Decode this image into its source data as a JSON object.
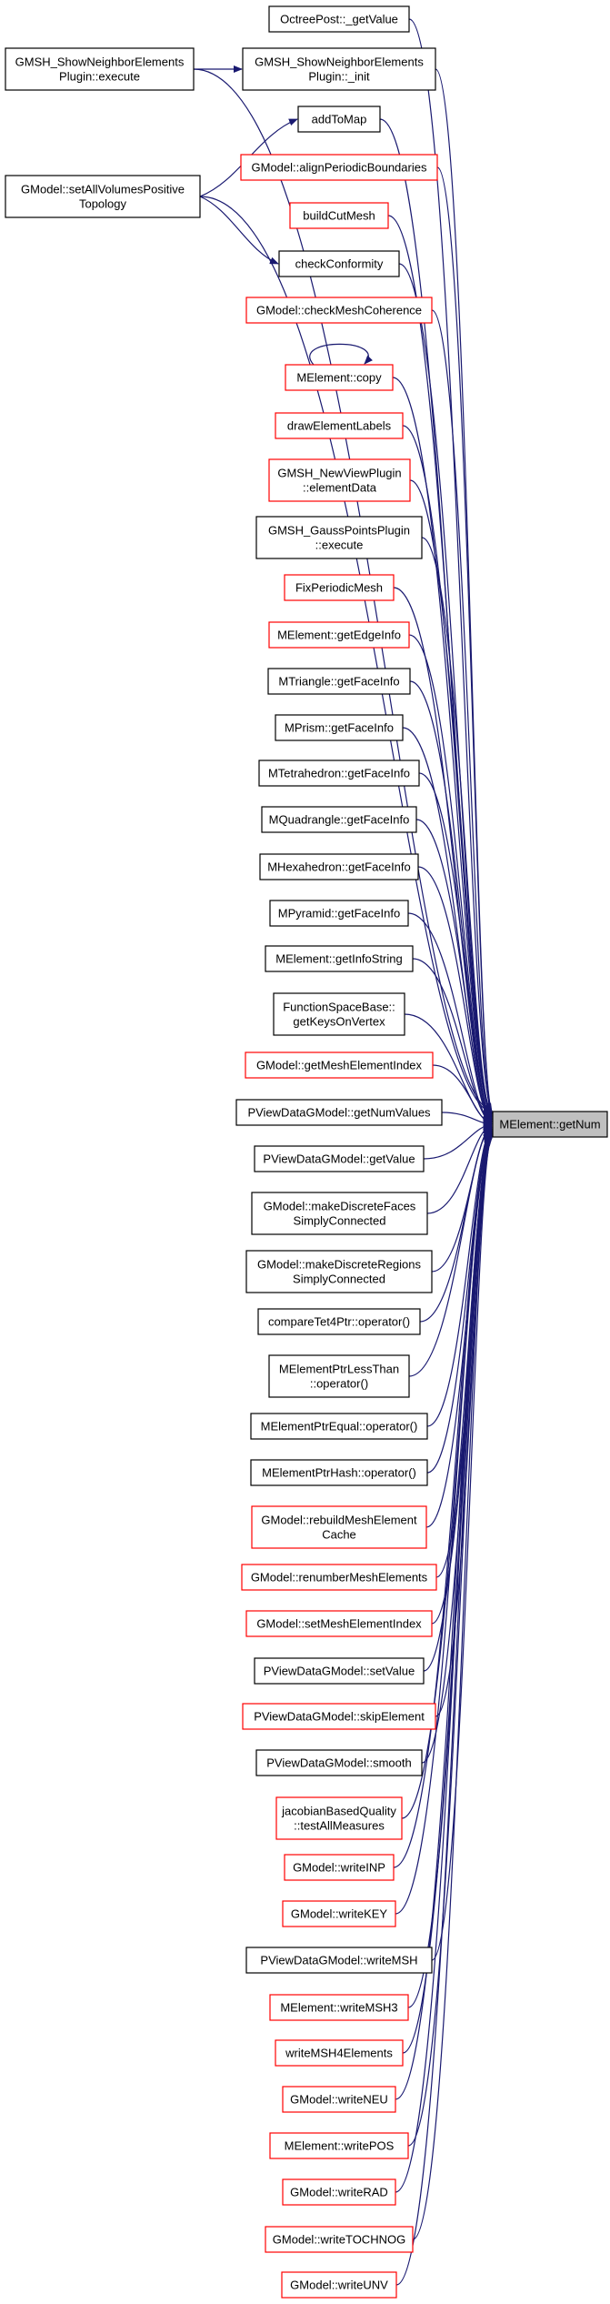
{
  "colors": {
    "edge": "#191970",
    "border_normal": "#000000",
    "border_truncated": "#ff0000",
    "target_fill": "#bfbfbf",
    "node_fill": "#ffffff"
  },
  "target": {
    "lines": [
      "MElement::getNum"
    ]
  },
  "nodes": [
    {
      "id": "octreepost-getvalue",
      "lines": [
        "OctreePost::_getValue"
      ],
      "truncated": false
    },
    {
      "id": "neighbor-init",
      "lines": [
        "GMSH_ShowNeighborElements",
        "Plugin::_init"
      ],
      "truncated": false
    },
    {
      "id": "neighbor-execute",
      "lines": [
        "GMSH_ShowNeighborElements",
        "Plugin::execute"
      ],
      "truncated": false
    },
    {
      "id": "addtomap",
      "lines": [
        "addToMap"
      ],
      "truncated": false
    },
    {
      "id": "setallvolumes",
      "lines": [
        "GModel::setAllVolumesPositive",
        "Topology"
      ],
      "truncated": false
    },
    {
      "id": "alignperiodic",
      "lines": [
        "GModel::alignPeriodicBoundaries"
      ],
      "truncated": true
    },
    {
      "id": "buildcutmesh",
      "lines": [
        "buildCutMesh"
      ],
      "truncated": true
    },
    {
      "id": "checkconformity",
      "lines": [
        "checkConformity"
      ],
      "truncated": false
    },
    {
      "id": "checkmeshcoherence",
      "lines": [
        "GModel::checkMeshCoherence"
      ],
      "truncated": true
    },
    {
      "id": "melement-copy",
      "lines": [
        "MElement::copy"
      ],
      "truncated": true
    },
    {
      "id": "drawelementlabels",
      "lines": [
        "drawElementLabels"
      ],
      "truncated": true
    },
    {
      "id": "newview-elementdata",
      "lines": [
        "GMSH_NewViewPlugin",
        "::elementData"
      ],
      "truncated": true
    },
    {
      "id": "gausspoints-execute",
      "lines": [
        "GMSH_GaussPointsPlugin",
        "::execute"
      ],
      "truncated": false
    },
    {
      "id": "fixperiodicmesh",
      "lines": [
        "FixPeriodicMesh"
      ],
      "truncated": true
    },
    {
      "id": "getedgeinfo",
      "lines": [
        "MElement::getEdgeInfo"
      ],
      "truncated": true
    },
    {
      "id": "mtriangle-getfaceinfo",
      "lines": [
        "MTriangle::getFaceInfo"
      ],
      "truncated": false
    },
    {
      "id": "mprism-getfaceinfo",
      "lines": [
        "MPrism::getFaceInfo"
      ],
      "truncated": false
    },
    {
      "id": "mtetrahedron-getfaceinfo",
      "lines": [
        "MTetrahedron::getFaceInfo"
      ],
      "truncated": false
    },
    {
      "id": "mquadrangle-getfaceinfo",
      "lines": [
        "MQuadrangle::getFaceInfo"
      ],
      "truncated": false
    },
    {
      "id": "mhexahedron-getfaceinfo",
      "lines": [
        "MHexahedron::getFaceInfo"
      ],
      "truncated": false
    },
    {
      "id": "mpyramid-getfaceinfo",
      "lines": [
        "MPyramid::getFaceInfo"
      ],
      "truncated": false
    },
    {
      "id": "getinfostring",
      "lines": [
        "MElement::getInfoString"
      ],
      "truncated": false
    },
    {
      "id": "getkeysonvertex",
      "lines": [
        "FunctionSpaceBase::",
        "getKeysOnVertex"
      ],
      "truncated": false
    },
    {
      "id": "getmeshelementindex",
      "lines": [
        "GModel::getMeshElementIndex"
      ],
      "truncated": true
    },
    {
      "id": "getnumvalues",
      "lines": [
        "PViewDataGModel::getNumValues"
      ],
      "truncated": false
    },
    {
      "id": "pview-getvalue",
      "lines": [
        "PViewDataGModel::getValue"
      ],
      "truncated": false
    },
    {
      "id": "makediscretefaces",
      "lines": [
        "GModel::makeDiscreteFaces",
        "SimplyConnected"
      ],
      "truncated": false
    },
    {
      "id": "makediscreteregions",
      "lines": [
        "GModel::makeDiscreteRegions",
        "SimplyConnected"
      ],
      "truncated": false
    },
    {
      "id": "comparetet4ptr",
      "lines": [
        "compareTet4Ptr::operator()"
      ],
      "truncated": false
    },
    {
      "id": "melementptrlessthan",
      "lines": [
        "MElementPtrLessThan",
        "::operator()"
      ],
      "truncated": false
    },
    {
      "id": "melementptrequal",
      "lines": [
        "MElementPtrEqual::operator()"
      ],
      "truncated": false
    },
    {
      "id": "melementptrhash",
      "lines": [
        "MElementPtrHash::operator()"
      ],
      "truncated": false
    },
    {
      "id": "rebuildmeshelementcache",
      "lines": [
        "GModel::rebuildMeshElement",
        "Cache"
      ],
      "truncated": true
    },
    {
      "id": "renumbermeshelements",
      "lines": [
        "GModel::renumberMeshElements"
      ],
      "truncated": true
    },
    {
      "id": "setmeshelementindex",
      "lines": [
        "GModel::setMeshElementIndex"
      ],
      "truncated": true
    },
    {
      "id": "pview-setvalue",
      "lines": [
        "PViewDataGModel::setValue"
      ],
      "truncated": false
    },
    {
      "id": "skipelement",
      "lines": [
        "PViewDataGModel::skipElement"
      ],
      "truncated": true
    },
    {
      "id": "pview-smooth",
      "lines": [
        "PViewDataGModel::smooth"
      ],
      "truncated": false
    },
    {
      "id": "testallmeasures",
      "lines": [
        "jacobianBasedQuality",
        "::testAllMeasures"
      ],
      "truncated": true
    },
    {
      "id": "writeinp",
      "lines": [
        "GModel::writeINP"
      ],
      "truncated": true
    },
    {
      "id": "writekey",
      "lines": [
        "GModel::writeKEY"
      ],
      "truncated": true
    },
    {
      "id": "pview-writemsh",
      "lines": [
        "PViewDataGModel::writeMSH"
      ],
      "truncated": false
    },
    {
      "id": "writemsh3",
      "lines": [
        "MElement::writeMSH3"
      ],
      "truncated": true
    },
    {
      "id": "writemsh4elements",
      "lines": [
        "writeMSH4Elements"
      ],
      "truncated": true
    },
    {
      "id": "writeneu",
      "lines": [
        "GModel::writeNEU"
      ],
      "truncated": true
    },
    {
      "id": "writepos",
      "lines": [
        "MElement::writePOS"
      ],
      "truncated": true
    },
    {
      "id": "writerad",
      "lines": [
        "GModel::writeRAD"
      ],
      "truncated": true
    },
    {
      "id": "writetochnog",
      "lines": [
        "GModel::writeTOCHNOG"
      ],
      "truncated": true
    },
    {
      "id": "writeunv",
      "lines": [
        "GModel::writeUNV"
      ],
      "truncated": true
    }
  ],
  "edges": [
    {
      "from": "neighbor-execute",
      "to": "neighbor-init"
    },
    {
      "from": "setallvolumes",
      "to": "addtomap"
    },
    {
      "from": "setallvolumes",
      "to": "checkconformity"
    },
    {
      "from": "melement-copy",
      "to": "melement-copy"
    }
  ]
}
